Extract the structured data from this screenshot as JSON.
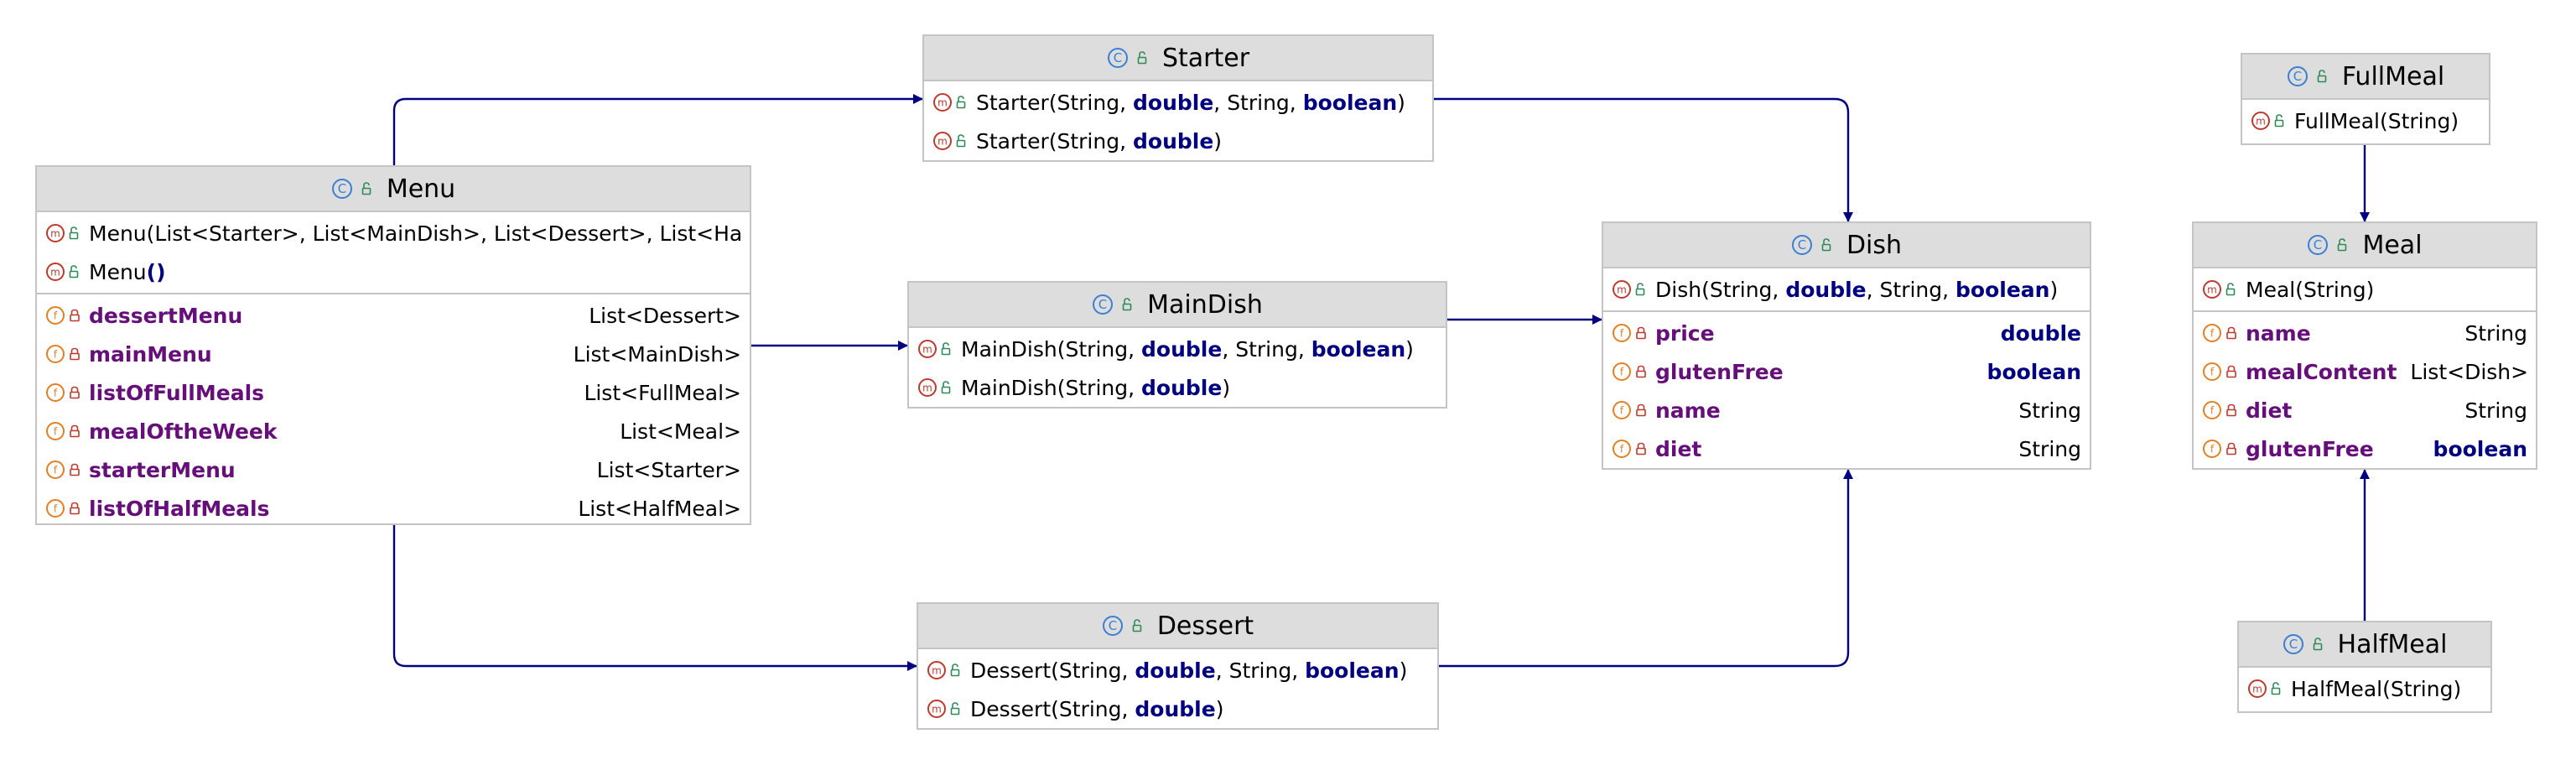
{
  "colors": {
    "edge": "#000080",
    "header_bg": "#dddddd",
    "border": "#c4c4c4",
    "class_icon": "#3b7fd4",
    "method_icon": "#c0392b",
    "field_icon": "#e67e22",
    "field_name": "#660e7a",
    "keyword": "#000080",
    "public_lock": "#2e8b57",
    "private_lock": "#c0392b"
  },
  "icons": {
    "class": "class-c-icon",
    "method": "method-m-icon",
    "field": "field-f-icon",
    "public": "public-unlocked-icon",
    "private": "private-locked-icon"
  },
  "classes": {
    "starter": {
      "name": "Starter",
      "methods": [
        [
          {
            "t": "Starter(String, "
          },
          {
            "t": "double",
            "kw": true
          },
          {
            "t": ", String, "
          },
          {
            "t": "boolean",
            "kw": true
          },
          {
            "t": ")"
          }
        ],
        [
          {
            "t": "Starter(String, "
          },
          {
            "t": "double",
            "kw": true
          },
          {
            "t": ")"
          }
        ]
      ],
      "fields": []
    },
    "menu": {
      "name": "Menu",
      "methods": [
        [
          {
            "t": "Menu(List<Starter>, List<MainDish>, List<Dessert>, List<Ha"
          }
        ],
        [
          {
            "t": "Menu"
          },
          {
            "t": "()",
            "kw": true
          }
        ]
      ],
      "fields": [
        {
          "name": "dessertMenu",
          "type": "List<Dessert>"
        },
        {
          "name": "mainMenu",
          "type": "List<MainDish>"
        },
        {
          "name": "listOfFullMeals",
          "type": "List<FullMeal>"
        },
        {
          "name": "mealOftheWeek",
          "type": "List<Meal>"
        },
        {
          "name": "starterMenu",
          "type": "List<Starter>"
        },
        {
          "name": "listOfHalfMeals",
          "type": "List<HalfMeal>"
        }
      ]
    },
    "maindish": {
      "name": "MainDish",
      "methods": [
        [
          {
            "t": "MainDish(String, "
          },
          {
            "t": "double",
            "kw": true
          },
          {
            "t": ", String, "
          },
          {
            "t": "boolean",
            "kw": true
          },
          {
            "t": ")"
          }
        ],
        [
          {
            "t": "MainDish(String, "
          },
          {
            "t": "double",
            "kw": true
          },
          {
            "t": ")"
          }
        ]
      ],
      "fields": []
    },
    "dessert": {
      "name": "Dessert",
      "methods": [
        [
          {
            "t": "Dessert(String, "
          },
          {
            "t": "double",
            "kw": true
          },
          {
            "t": ", String, "
          },
          {
            "t": "boolean",
            "kw": true
          },
          {
            "t": ")"
          }
        ],
        [
          {
            "t": "Dessert(String, "
          },
          {
            "t": "double",
            "kw": true
          },
          {
            "t": ")"
          }
        ]
      ],
      "fields": []
    },
    "dish": {
      "name": "Dish",
      "methods": [
        [
          {
            "t": "Dish(String, "
          },
          {
            "t": "double",
            "kw": true
          },
          {
            "t": ", String, "
          },
          {
            "t": "boolean",
            "kw": true
          },
          {
            "t": ")"
          }
        ]
      ],
      "fields": [
        {
          "name": "price",
          "type": "double",
          "kw": true
        },
        {
          "name": "glutenFree",
          "type": "boolean",
          "kw": true
        },
        {
          "name": "name",
          "type": "String"
        },
        {
          "name": "diet",
          "type": "String"
        }
      ]
    },
    "fullmeal": {
      "name": "FullMeal",
      "methods": [
        [
          {
            "t": "FullMeal(String)"
          }
        ]
      ],
      "fields": []
    },
    "meal": {
      "name": "Meal",
      "methods": [
        [
          {
            "t": "Meal(String)"
          }
        ]
      ],
      "fields": [
        {
          "name": "name",
          "type": "String"
        },
        {
          "name": "mealContent",
          "type": "List<Dish>"
        },
        {
          "name": "diet",
          "type": "String"
        },
        {
          "name": "glutenFree",
          "type": "boolean",
          "kw": true
        }
      ]
    },
    "halfmeal": {
      "name": "HalfMeal",
      "methods": [
        [
          {
            "t": "HalfMeal(String)"
          }
        ]
      ],
      "fields": []
    }
  }
}
